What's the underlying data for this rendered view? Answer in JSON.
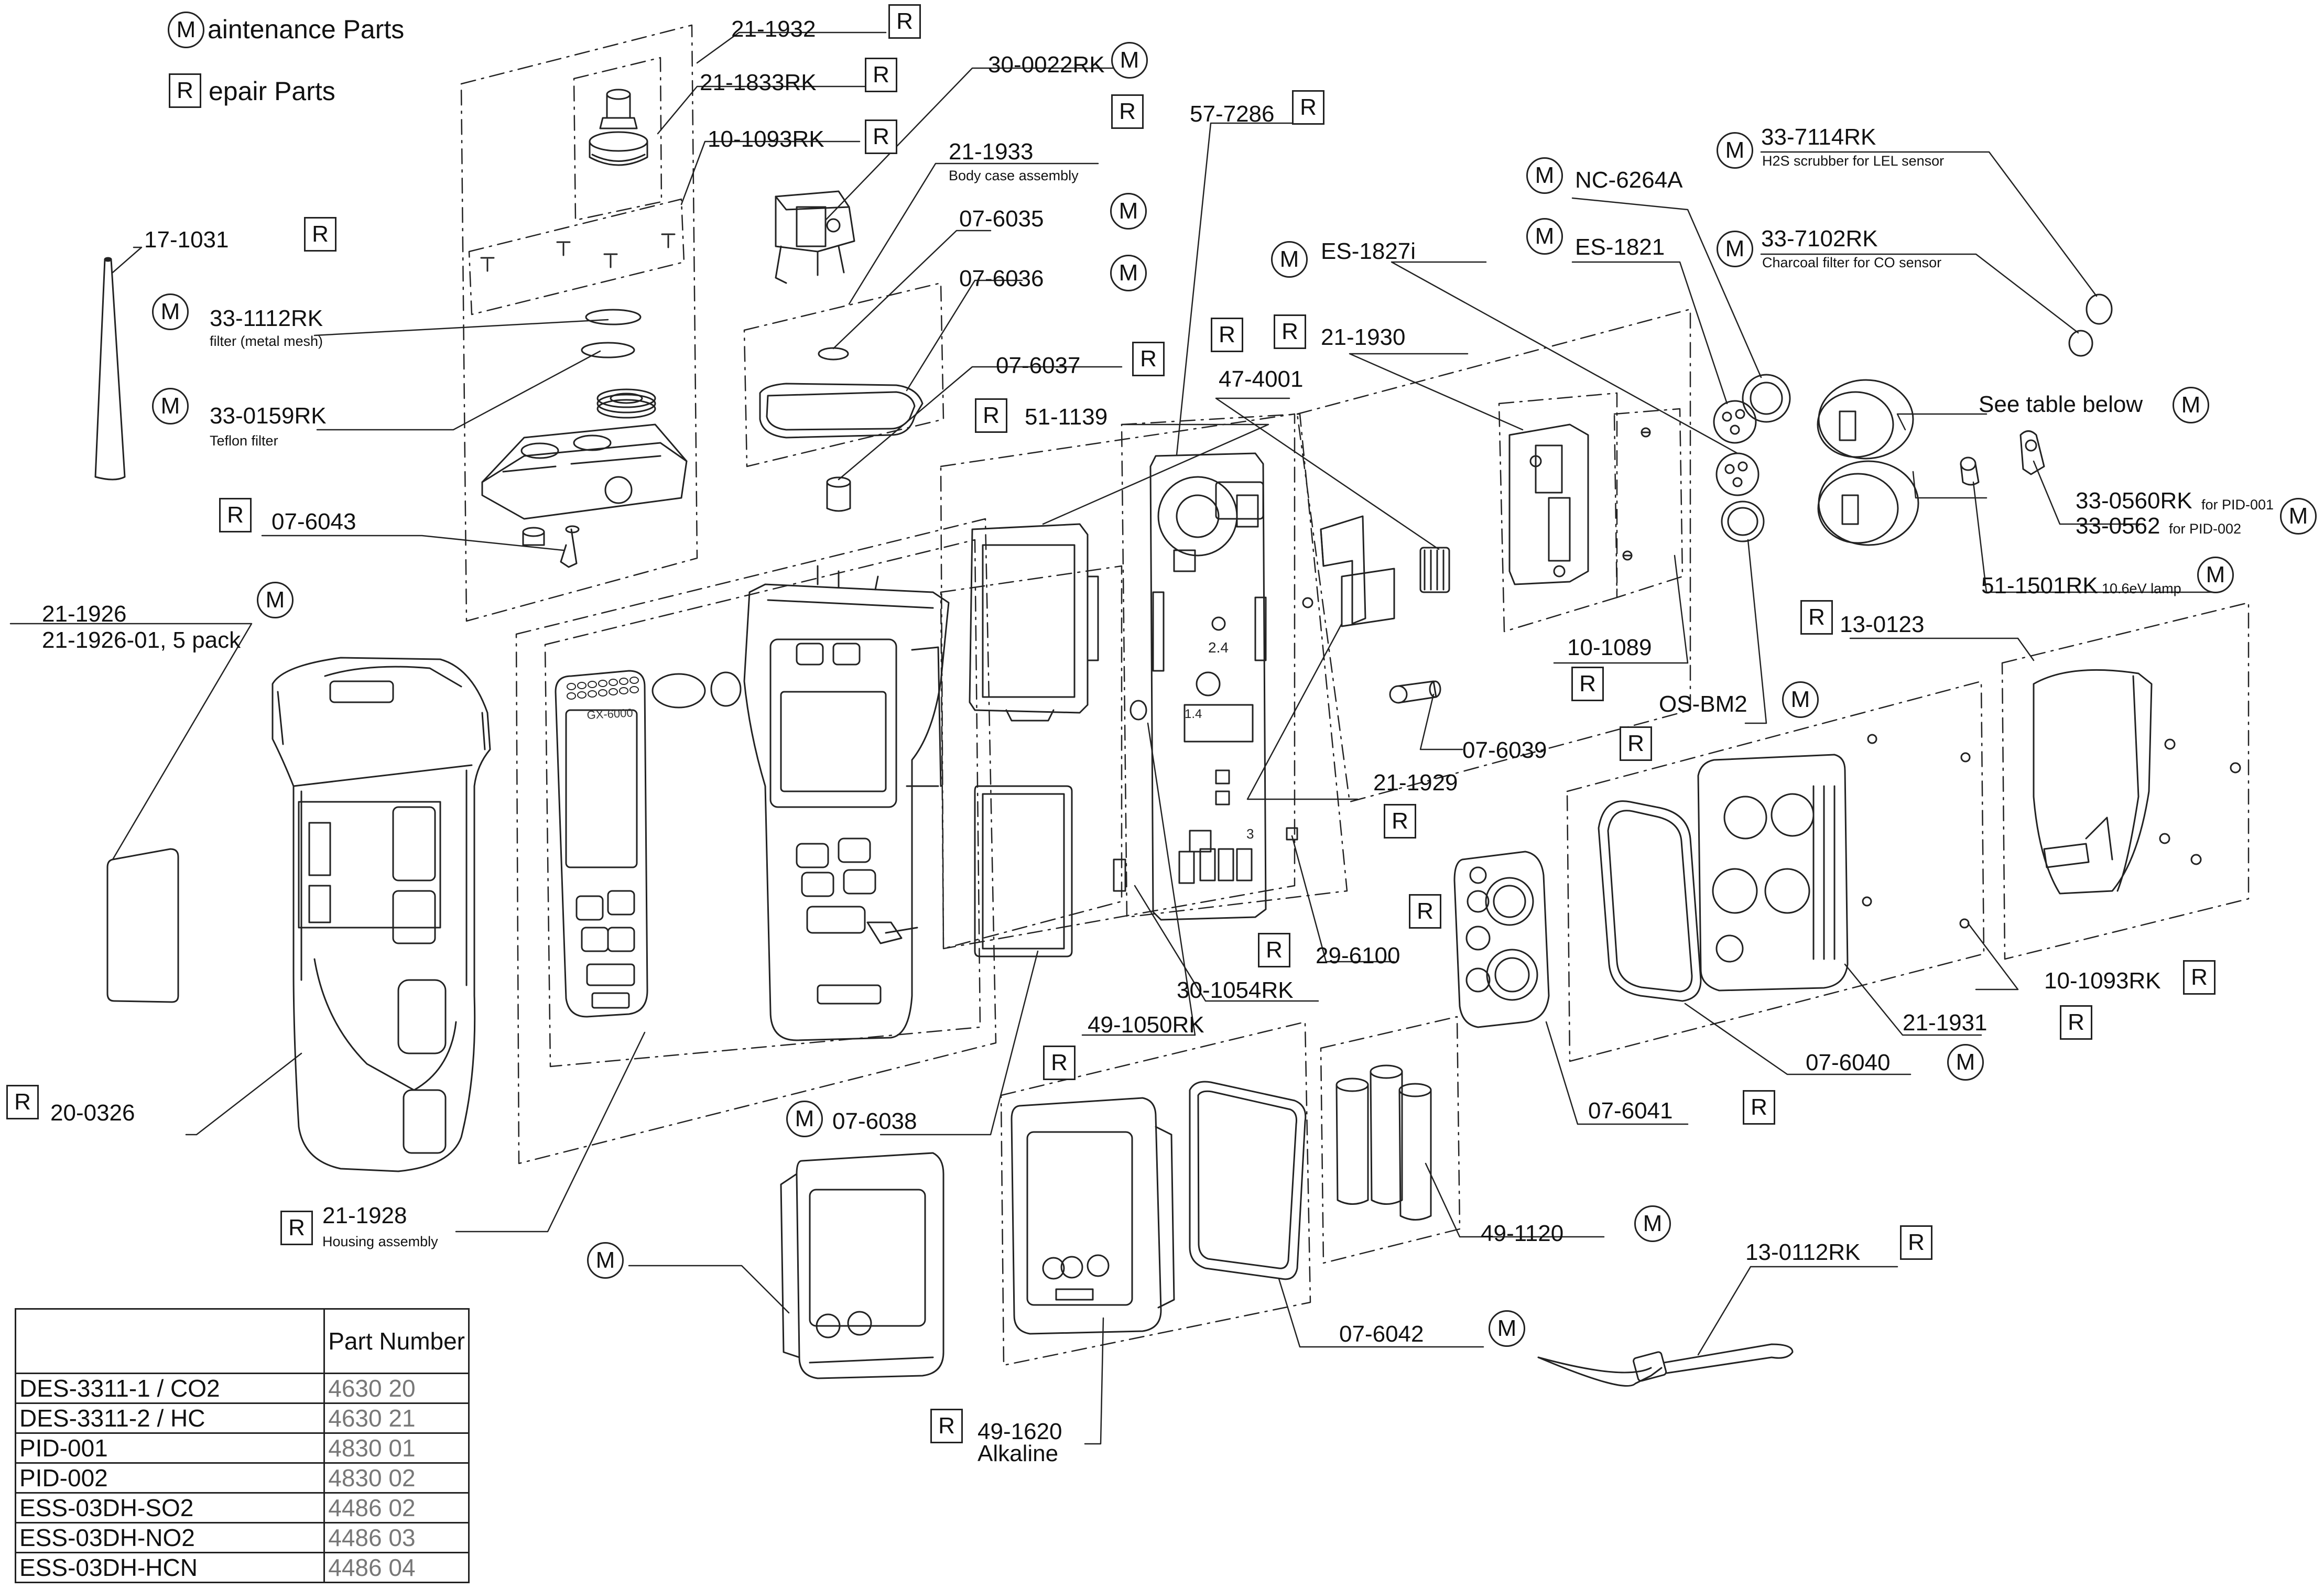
{
  "legend": {
    "maintenance": {
      "symbol": "M",
      "text": "aintenance Parts"
    },
    "repair": {
      "symbol": "R",
      "text": "epair Parts"
    }
  },
  "callouts": [
    {
      "id": "p21_1932",
      "part": "21-1932",
      "badge": "R"
    },
    {
      "id": "p21_1833",
      "part": "21-1833RK",
      "badge": "R"
    },
    {
      "id": "p10_1093a",
      "part": "10-1093RK",
      "badge": "R"
    },
    {
      "id": "p30_0022",
      "part": "30-0022RK",
      "badge": "M"
    },
    {
      "id": "p21_1933",
      "part": "21-1933",
      "note": "Body case assembly",
      "badge": "R"
    },
    {
      "id": "p07_6035",
      "part": "07-6035",
      "badge": "M"
    },
    {
      "id": "p07_6036",
      "part": "07-6036",
      "badge": "M"
    },
    {
      "id": "p07_6037",
      "part": "07-6037",
      "badge": "R"
    },
    {
      "id": "p17_1031",
      "part": "17-1031",
      "badge": "R"
    },
    {
      "id": "p33_1112",
      "part": "33-1112RK",
      "note": "filter (metal mesh)",
      "badge": "M"
    },
    {
      "id": "p33_0159",
      "part": "33-0159RK",
      "note": "Teflon filter",
      "badge": "M"
    },
    {
      "id": "p07_6043",
      "part": "07-6043",
      "badge": "R"
    },
    {
      "id": "p21_1926",
      "part": "21-1926",
      "part2": "21-1926-01, 5 pack",
      "badge": "M"
    },
    {
      "id": "p20_0326",
      "part": "20-0326",
      "badge": "R"
    },
    {
      "id": "p21_1928",
      "part": "21-1928",
      "note": "Housing assembly",
      "badge": "R"
    },
    {
      "id": "p07_6038",
      "part": "07-6038",
      "badge": "M"
    },
    {
      "id": "p49_1050",
      "part": "49-1050RK"
    },
    {
      "id": "p30_1054",
      "part": "30-1054RK"
    },
    {
      "id": "p51_1139",
      "part": "51-1139",
      "badge": "R"
    },
    {
      "id": "p57_7286",
      "part": "57-7286",
      "badge": "R"
    },
    {
      "id": "p29_6100",
      "part": "29-6100",
      "badge": "R"
    },
    {
      "id": "p21_1929",
      "part": "21-1929",
      "badge": "R"
    },
    {
      "id": "p47_4001",
      "part": "47-4001",
      "badge": "R"
    },
    {
      "id": "p21_1930",
      "part": "21-1930",
      "badge": "R"
    },
    {
      "id": "pES_1827i",
      "part": "ES-1827i",
      "badge": "M"
    },
    {
      "id": "pNC_6264A",
      "part": "NC-6264A",
      "badge": "M"
    },
    {
      "id": "pES_1821",
      "part": "ES-1821",
      "badge": "M"
    },
    {
      "id": "p10_1089",
      "part": "10-1089",
      "badge": "R"
    },
    {
      "id": "p07_6039",
      "part": "07-6039",
      "badge": "R"
    },
    {
      "id": "pOS_BM2",
      "part": "OS-BM2",
      "badge": "M"
    },
    {
      "id": "p33_7114",
      "part": "33-7114RK",
      "note": "H2S scrubber for LEL sensor",
      "badge": "M"
    },
    {
      "id": "p33_7102",
      "part": "33-7102RK",
      "note": "Charcoal filter for CO sensor",
      "badge": "M"
    },
    {
      "id": "pSeeTable",
      "part": "See table below",
      "badge": "M"
    },
    {
      "id": "p33_0560",
      "part": "33-0560RK",
      "note": "for PID-001",
      "badge": "M"
    },
    {
      "id": "p33_0562",
      "part": "33-0562",
      "note": "for PID-002"
    },
    {
      "id": "p51_1501",
      "part": "51-1501RK",
      "note": "10.6eV lamp",
      "badge": "M"
    },
    {
      "id": "p13_0123",
      "part": "13-0123",
      "badge": "R"
    },
    {
      "id": "p10_1093b",
      "part": "10-1093RK",
      "badge": "R"
    },
    {
      "id": "p21_1931",
      "part": "21-1931",
      "badge": "R"
    },
    {
      "id": "p07_6040",
      "part": "07-6040",
      "badge": "M"
    },
    {
      "id": "p07_6041",
      "part": "07-6041",
      "badge": "R"
    },
    {
      "id": "p49_1120",
      "part": "49-1120",
      "badge": "M"
    },
    {
      "id": "p07_6042",
      "part": "07-6042",
      "badge": "M"
    },
    {
      "id": "p13_0112",
      "part": "13-0112RK",
      "badge": "R"
    },
    {
      "id": "p49_1620",
      "part": "49-1620",
      "part2": "Alkaline",
      "badge": "R"
    },
    {
      "id": "pMbatt",
      "badge": "M"
    }
  ],
  "device_text": {
    "model": "GX-6000"
  },
  "parts_table": {
    "header": {
      "col1": "",
      "col2": "Part Number"
    },
    "rows": [
      {
        "name": "DES-3311-1 / CO2",
        "pn": "4630 20"
      },
      {
        "name": "DES-3311-2 / HC",
        "pn": "4630 21"
      },
      {
        "name": "PID-001",
        "pn": "4830 01"
      },
      {
        "name": "PID-002",
        "pn": "4830 02"
      },
      {
        "name": "ESS-03DH-SO2",
        "pn": "4486 02"
      },
      {
        "name": "ESS-03DH-NO2",
        "pn": "4486 03"
      },
      {
        "name": "ESS-03DH-HCN",
        "pn": "4486 04"
      }
    ]
  }
}
